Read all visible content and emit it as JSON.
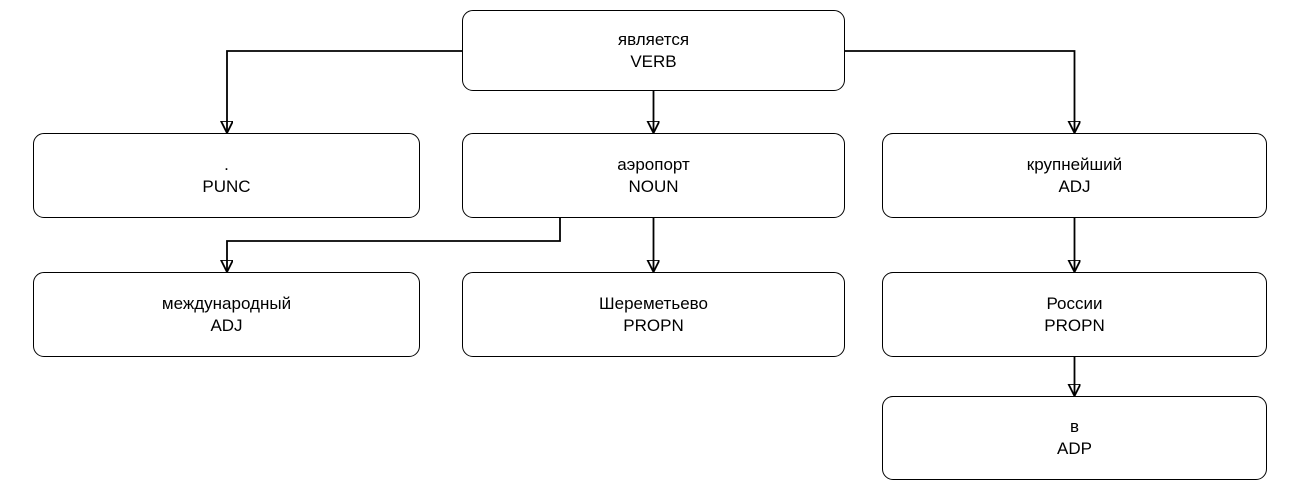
{
  "diagram": {
    "type": "dependency-parse-tree",
    "language": "Russian",
    "nodes": [
      {
        "id": "verb-yavlyaetsya",
        "word": "является",
        "tag": "VERB"
      },
      {
        "id": "punc-period",
        "word": ".",
        "tag": "PUNC"
      },
      {
        "id": "noun-aeroport",
        "word": "аэропорт",
        "tag": "NOUN"
      },
      {
        "id": "adj-krupneyshiy",
        "word": "крупнейший",
        "tag": "ADJ"
      },
      {
        "id": "adj-mezhdunarodny",
        "word": "международный",
        "tag": "ADJ"
      },
      {
        "id": "propn-sheremetyevo",
        "word": "Шереметьево",
        "tag": "PROPN"
      },
      {
        "id": "propn-rossii",
        "word": "России",
        "tag": "PROPN"
      },
      {
        "id": "adp-v",
        "word": "в",
        "tag": "ADP"
      }
    ],
    "edges": [
      {
        "from": "является",
        "to": "."
      },
      {
        "from": "является",
        "to": "аэропорт"
      },
      {
        "from": "является",
        "to": "крупнейший"
      },
      {
        "from": "аэропорт",
        "to": "международный"
      },
      {
        "from": "аэропорт",
        "to": "Шереметьево"
      },
      {
        "from": "крупнейший",
        "to": "России"
      },
      {
        "from": "России",
        "to": "в"
      }
    ],
    "colors": {
      "background": "#ffffff",
      "box_fill": "#ffffff",
      "box_border": "#000000",
      "line": "#000000",
      "text": "#000000"
    }
  }
}
